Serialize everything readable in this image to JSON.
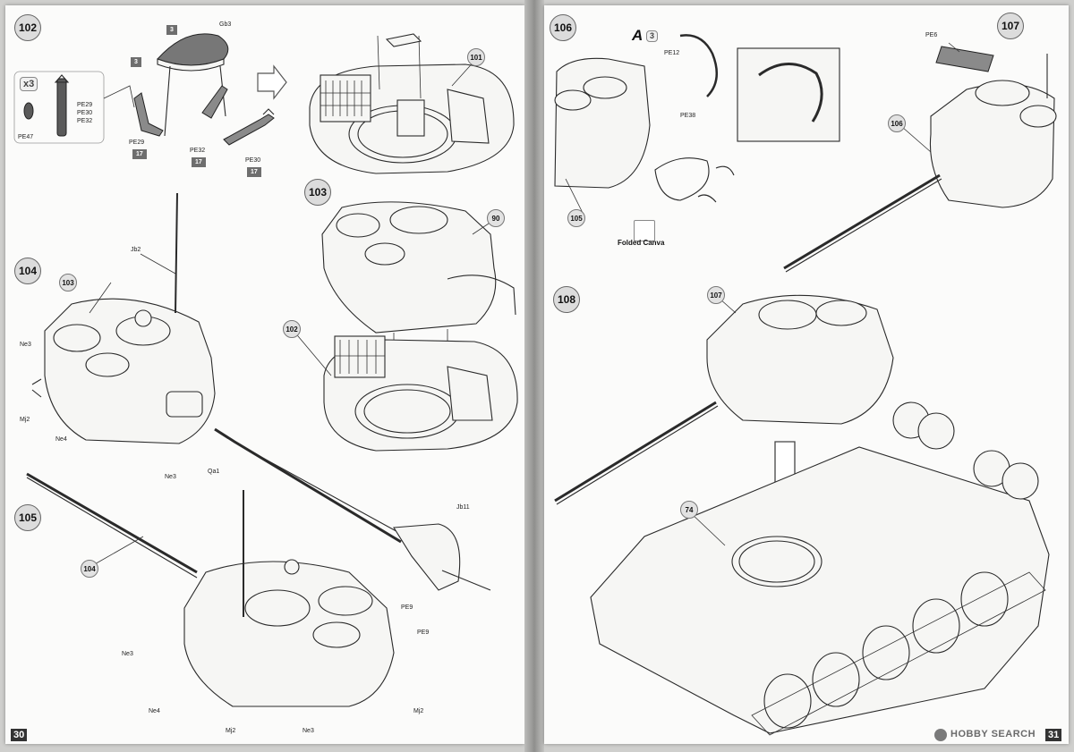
{
  "steps": {
    "s102": "102",
    "s103": "103",
    "s104": "104",
    "s105": "105",
    "s106": "106",
    "s107": "107",
    "s108": "108"
  },
  "refs": {
    "r101": "101",
    "r90": "90",
    "r102": "102",
    "r103": "103",
    "r104": "104",
    "r105": "105",
    "r106": "106",
    "r107": "107",
    "r74": "74"
  },
  "step102": {
    "qty": "x3",
    "gb3": "Gb3",
    "grey3a": "3",
    "grey3b": "3",
    "pe29": "PE29",
    "pe30": "PE30",
    "pe32": "PE32",
    "pe47": "PE47",
    "pe29b": "PE29",
    "pe32b": "PE32",
    "pe30b": "PE30",
    "grey17a": "17",
    "grey17b": "17",
    "grey17c": "17"
  },
  "step104": {
    "jb2": "Jb2",
    "ne3a": "Ne3",
    "mj2a": "Mj2",
    "ne4a": "Ne4",
    "ne3b": "Ne3",
    "qa1": "Qa1"
  },
  "step105": {
    "jb11": "Jb11",
    "pe9a": "PE9",
    "pe9b": "PE9",
    "ne3c": "Ne3",
    "ne4b": "Ne4",
    "mj2b": "Mj2",
    "mj2c": "Mj2",
    "ne3d": "Ne3"
  },
  "step106": {
    "a_letter": "A",
    "a_qty": "3",
    "pe12": "PE12",
    "pe38": "PE38",
    "folded": "Folded Canva"
  },
  "step107": {
    "pe6": "PE6"
  },
  "footer": {
    "left_page": "30",
    "right_page": "31",
    "watermark": "HOBBY SEARCH"
  }
}
